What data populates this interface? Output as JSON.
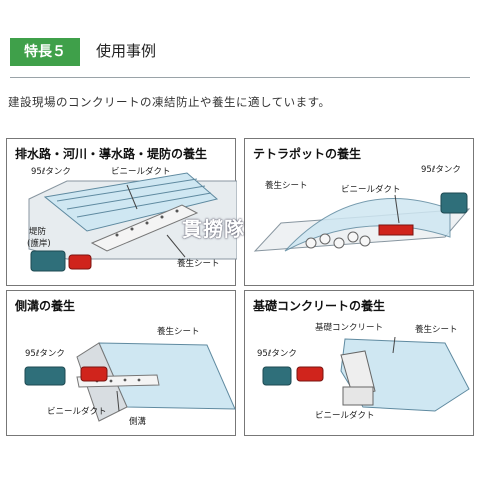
{
  "header": {
    "badge": "特長５",
    "title": "使用事例",
    "lead": "建設現場のコンクリートの凍結防止や養生に適しています。"
  },
  "watermark": "貫撈隊",
  "panels": [
    {
      "title": "排水路・河川・導水路・堤防の養生",
      "labels": {
        "tank": "95ℓタンク",
        "duct": "ビニールダクト",
        "embank": "堤防",
        "shore": "(護岸)",
        "sheet": "養生シート"
      }
    },
    {
      "title": "テトラポットの養生",
      "labels": {
        "tank": "95ℓタンク",
        "sheet": "養生シート",
        "duct": "ビニールダクト"
      }
    },
    {
      "title": "側溝の養生",
      "labels": {
        "sheet": "養生シート",
        "tank": "95ℓタンク",
        "duct": "ビニールダクト",
        "gutter": "側溝"
      }
    },
    {
      "title": "基礎コンクリートの養生",
      "labels": {
        "concrete": "基礎コンクリート",
        "sheet": "養生シート",
        "tank": "95ℓタンク",
        "duct": "ビニールダクト"
      }
    }
  ],
  "colors": {
    "accent": "#3fa04a",
    "sheet": "#cfe7f2",
    "tank": "#2f6f7a",
    "heater": "#d0241c"
  }
}
